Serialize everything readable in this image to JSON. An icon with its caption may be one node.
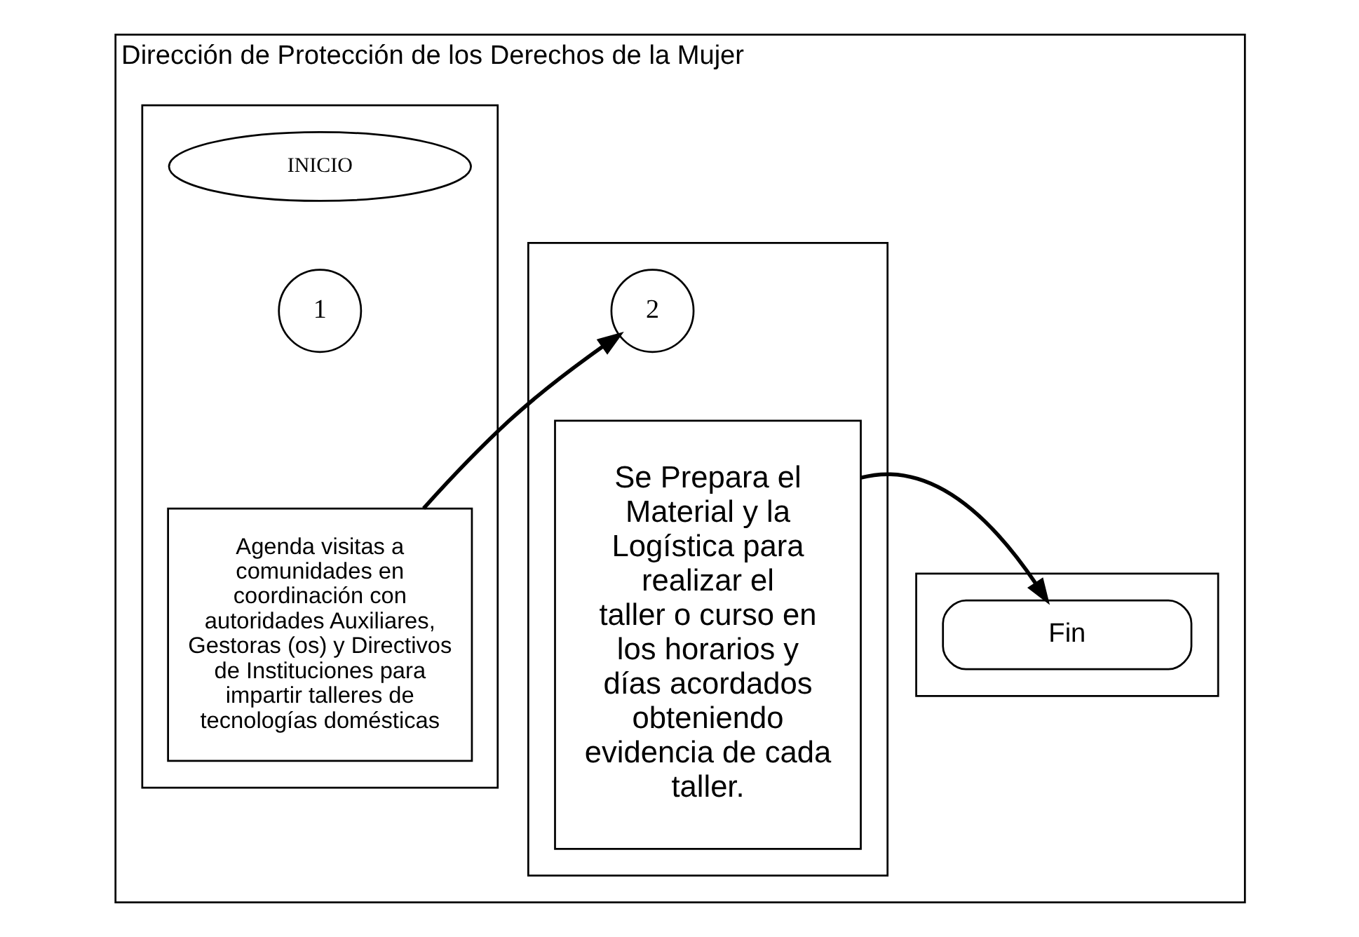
{
  "diagram": {
    "nodes": [
      {
        "text": [
          "Dirección de Protección de los Derechos de la Mujer"
        ]
      },
      {
        "text": [],
        "shape": "box",
        "in": 0
      },
      {
        "text": [],
        "shape": "box",
        "in": 0
      },
      {
        "text": [],
        "shape": "box",
        "in": 0
      },
      {
        "text": [
          "INICIO"
        ],
        "in": 1
      },
      {
        "text": [
          "1"
        ],
        "in": 1
      },
      {
        "text": [
          "Agenda visitas a comunidades en coordinación con autoridades Auxiliares, Gestoras (os) y Directivos de Instituciones para impartir talleres de tecnologías domésticas"
        ],
        "in": 1
      },
      {
        "text": [
          "2"
        ],
        "in": 2
      },
      {
        "text": [
          "Se Prepara el Material y la Logística para realizar el taller o curso en los horarios y días acordados obteniendo evidencia de cada taller."
        ],
        "in": 2
      },
      {
        "text": [
          "Fin"
        ],
        "in": 3
      }
    ],
    "edges": [
      {
        "from": 6,
        "to": 7,
        "arrow": "to"
      },
      {
        "from": 8,
        "to": 9,
        "arrow": "to"
      }
    ]
  }
}
